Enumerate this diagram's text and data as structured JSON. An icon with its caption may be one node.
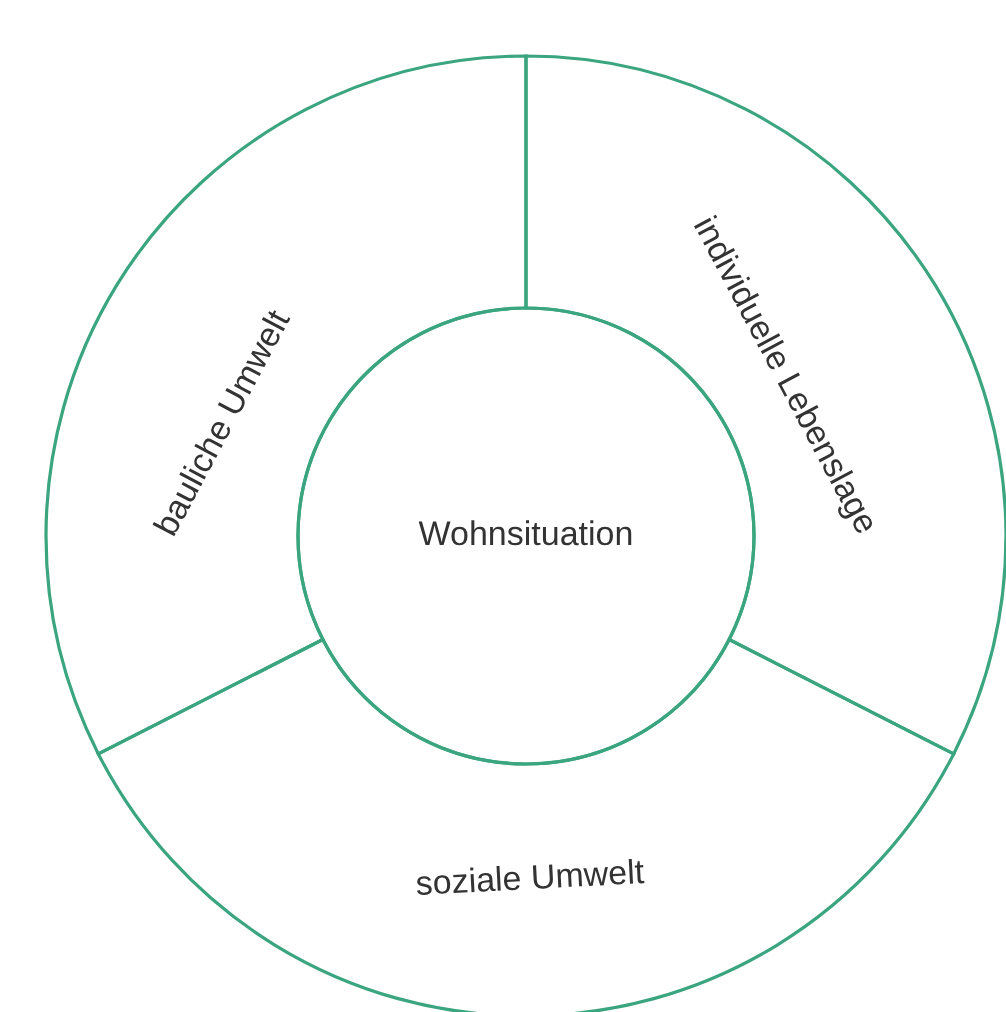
{
  "diagram": {
    "nodes": [
      {
        "text": [
          "bauliche Umwelt"
        ]
      },
      {
        "text": [
          "individuelle Lebenslage"
        ]
      },
      {
        "text": [
          "Wohnsituation"
        ]
      },
      {
        "text": [
          "soziale Umwelt"
        ]
      }
    ]
  }
}
